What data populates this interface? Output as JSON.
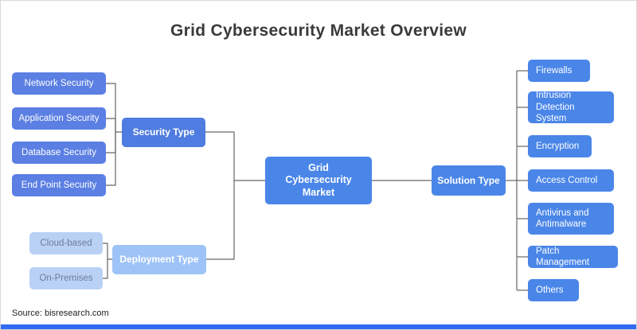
{
  "title": "Grid Cybersecurity Market Overview",
  "source": "Source: bisresearch.com",
  "diagram": {
    "center_label": "Grid Cybersecurity Market",
    "security": {
      "label": "Security Type",
      "items": [
        "Network Security",
        "Application Security",
        "Database Security",
        "End Point Security"
      ]
    },
    "deployment": {
      "label": "Deployment Type",
      "items": [
        "Cloud-based",
        "On-Premises"
      ]
    },
    "solution": {
      "label": "Solution Type",
      "items": [
        "Firewalls",
        "Intrusion Detection System",
        "Encryption",
        "Access Control",
        "Antivirus and Antimalware",
        "Patch Management",
        "Others"
      ]
    }
  },
  "colors": {
    "primary_blue": "#4a86e8",
    "secondary_blue": "#5b7fe3",
    "light_blue": "#9ec3f7",
    "lighter_blue": "#b9d1f5",
    "footer_bar": "#2f6bf2",
    "connector_gray": "#666666"
  }
}
